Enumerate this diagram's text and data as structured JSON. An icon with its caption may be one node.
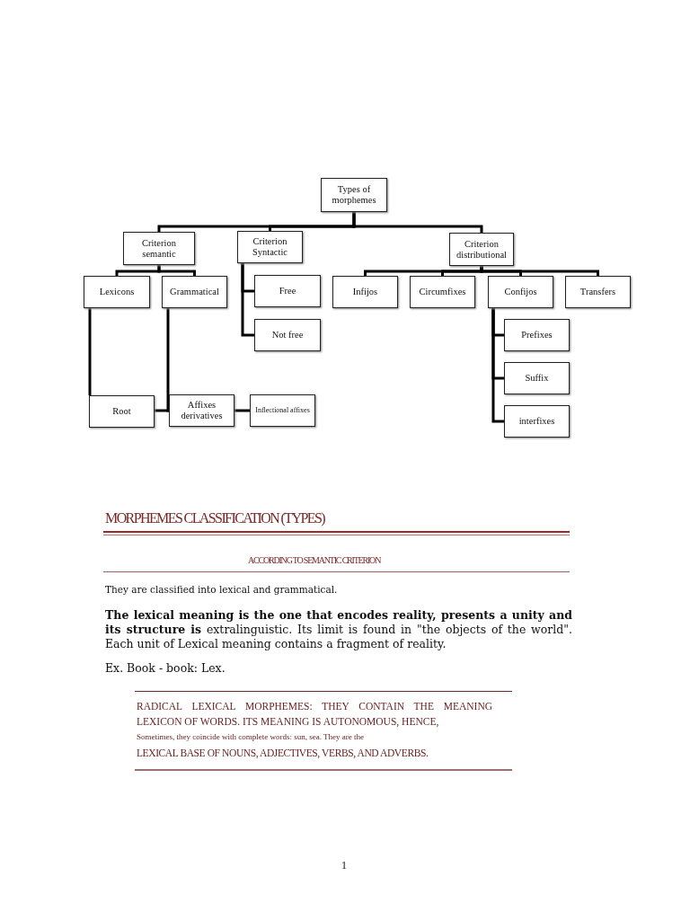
{
  "diagram": {
    "nodes": [
      {
        "text": [
          "Types of morphemes"
        ]
      },
      {
        "text": [
          "Criterion semantic"
        ]
      },
      {
        "text": [
          "Criterion Syntactic"
        ]
      },
      {
        "text": [
          "Criterion distributional"
        ]
      },
      {
        "text": [
          "Lexicons"
        ]
      },
      {
        "text": [
          "Grammatical"
        ]
      },
      {
        "text": [
          "Free"
        ]
      },
      {
        "text": [
          "Infijos"
        ]
      },
      {
        "text": [
          "Circumfixes"
        ]
      },
      {
        "text": [
          "Confijos"
        ]
      },
      {
        "text": [
          "Transfers"
        ]
      },
      {
        "text": [
          "Not free"
        ]
      },
      {
        "text": [
          "Prefixes"
        ]
      },
      {
        "text": [
          "Suffix"
        ]
      },
      {
        "text": [
          "Root"
        ]
      },
      {
        "text": [
          "Affixes derivatives"
        ]
      },
      {
        "text": [
          "Inflectional affixes"
        ]
      },
      {
        "text": [
          "interfixes"
        ]
      }
    ],
    "edges": [
      {
        "from": 0,
        "to": 1,
        "arrow": "none"
      },
      {
        "from": 0,
        "to": 2,
        "arrow": "none"
      },
      {
        "from": 0,
        "to": 3,
        "arrow": "none"
      },
      {
        "from": 1,
        "to": 4,
        "arrow": "none"
      },
      {
        "from": 1,
        "to": 5,
        "arrow": "none"
      },
      {
        "from": 2,
        "to": 6,
        "arrow": "none"
      },
      {
        "from": 2,
        "to": 11,
        "arrow": "none"
      },
      {
        "from": 3,
        "to": 7,
        "arrow": "none"
      },
      {
        "from": 3,
        "to": 8,
        "arrow": "none"
      },
      {
        "from": 3,
        "to": 9,
        "arrow": "none"
      },
      {
        "from": 3,
        "to": 10,
        "arrow": "none"
      },
      {
        "from": 9,
        "to": 12,
        "arrow": "none"
      },
      {
        "from": 9,
        "to": 13,
        "arrow": "none"
      },
      {
        "from": 9,
        "to": 17,
        "arrow": "none"
      },
      {
        "from": 4,
        "to": 14,
        "arrow": "none"
      },
      {
        "from": 5,
        "to": 15,
        "arrow": "none"
      },
      {
        "from": 14,
        "to": 15,
        "arrow": "none"
      },
      {
        "from": 15,
        "to": 16,
        "arrow": "none"
      }
    ],
    "labels": [
      "MORPHEMES CLASSIFICATION (TYPES)",
      "ACCORDING TO SEMANTIC CRITERION",
      "They are classified into lexical and grammatical.",
      "**The lexical meaning is the one that encodes reality, presents a unity and its structure is** extralinguistic. Its limit is found in \"the objects of the world\". Each unit of Lexical meaning contains a fragment of reality.",
      "Ex. Book - book: Lex.",
      "RADICAL LEXICAL MORPHEMES: THEY CONTAIN THE MEANING",
      "LEXICON OF WORDS. ITS MEANING IS AUTONOMOUS, HENCE,",
      "Sometimes, they coincide with complete words: sun, sea. They are the",
      "LEXICAL BASE OF NOUNS, ADJECTIVES, VERBS, AND ADVERBS.",
      "1"
    ]
  }
}
